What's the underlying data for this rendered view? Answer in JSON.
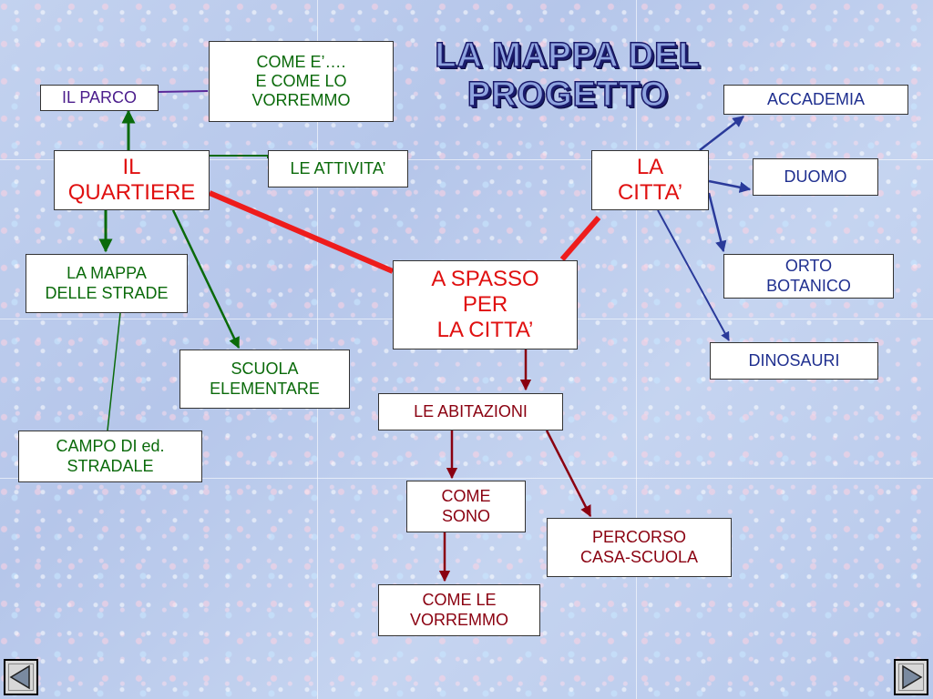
{
  "title": "LA MAPPA DEL\nPROGETTO",
  "nodes": {
    "come_e": "COME E’….\nE COME LO\nVORREMMO",
    "il_parco": "IL PARCO",
    "il_quartiere": "IL\nQUARTIERE",
    "le_attivita": "LE ATTIVITA’",
    "la_mappa": "LA MAPPA\nDELLE STRADE",
    "scuola": "SCUOLA\nELEMENTARE",
    "campo": "CAMPO DI ed.\nSTRADALE",
    "a_spasso": "A SPASSO\nPER\nLA CITTA’",
    "la_citta": "LA\nCITTA’",
    "accademia": "ACCADEMIA",
    "duomo": "DUOMO",
    "orto": "ORTO\nBOTANICO",
    "dinosauri": "DINOSAURI",
    "le_abitazioni": "LE ABITAZIONI",
    "come_sono": "COME\nSONO",
    "percorso": "PERCORSO\nCASA-SCUOLA",
    "come_le": "COME LE\nVORREMMO"
  },
  "colors": {
    "green": "#0a6a0a",
    "purple": "#4b1d8c",
    "red": "#e01010",
    "blue": "#1f2f8f",
    "darkred": "#8a0010"
  },
  "navigation": {
    "prev_icon": "previous-slide-icon",
    "next_icon": "next-slide-icon"
  }
}
